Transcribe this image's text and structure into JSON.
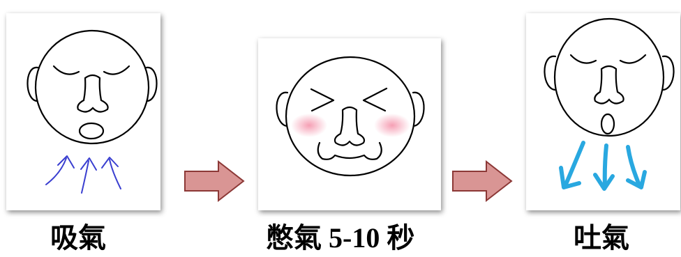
{
  "steps": [
    {
      "label": "吸氣"
    },
    {
      "label": "憋氣 5-10 秒"
    },
    {
      "label": "吐氣"
    }
  ],
  "colors": {
    "line": "#000000",
    "inhale_arrows": "#3a3fd0",
    "exhale_arrows": "#29a8e0",
    "cheeks": "#f59ab0",
    "flow_arrow_fill": "#d99594",
    "flow_arrow_stroke": "#8c3836"
  },
  "icons": [
    "inhale-face-icon",
    "hold-breath-face-icon",
    "exhale-face-icon",
    "right-arrow-icon"
  ]
}
